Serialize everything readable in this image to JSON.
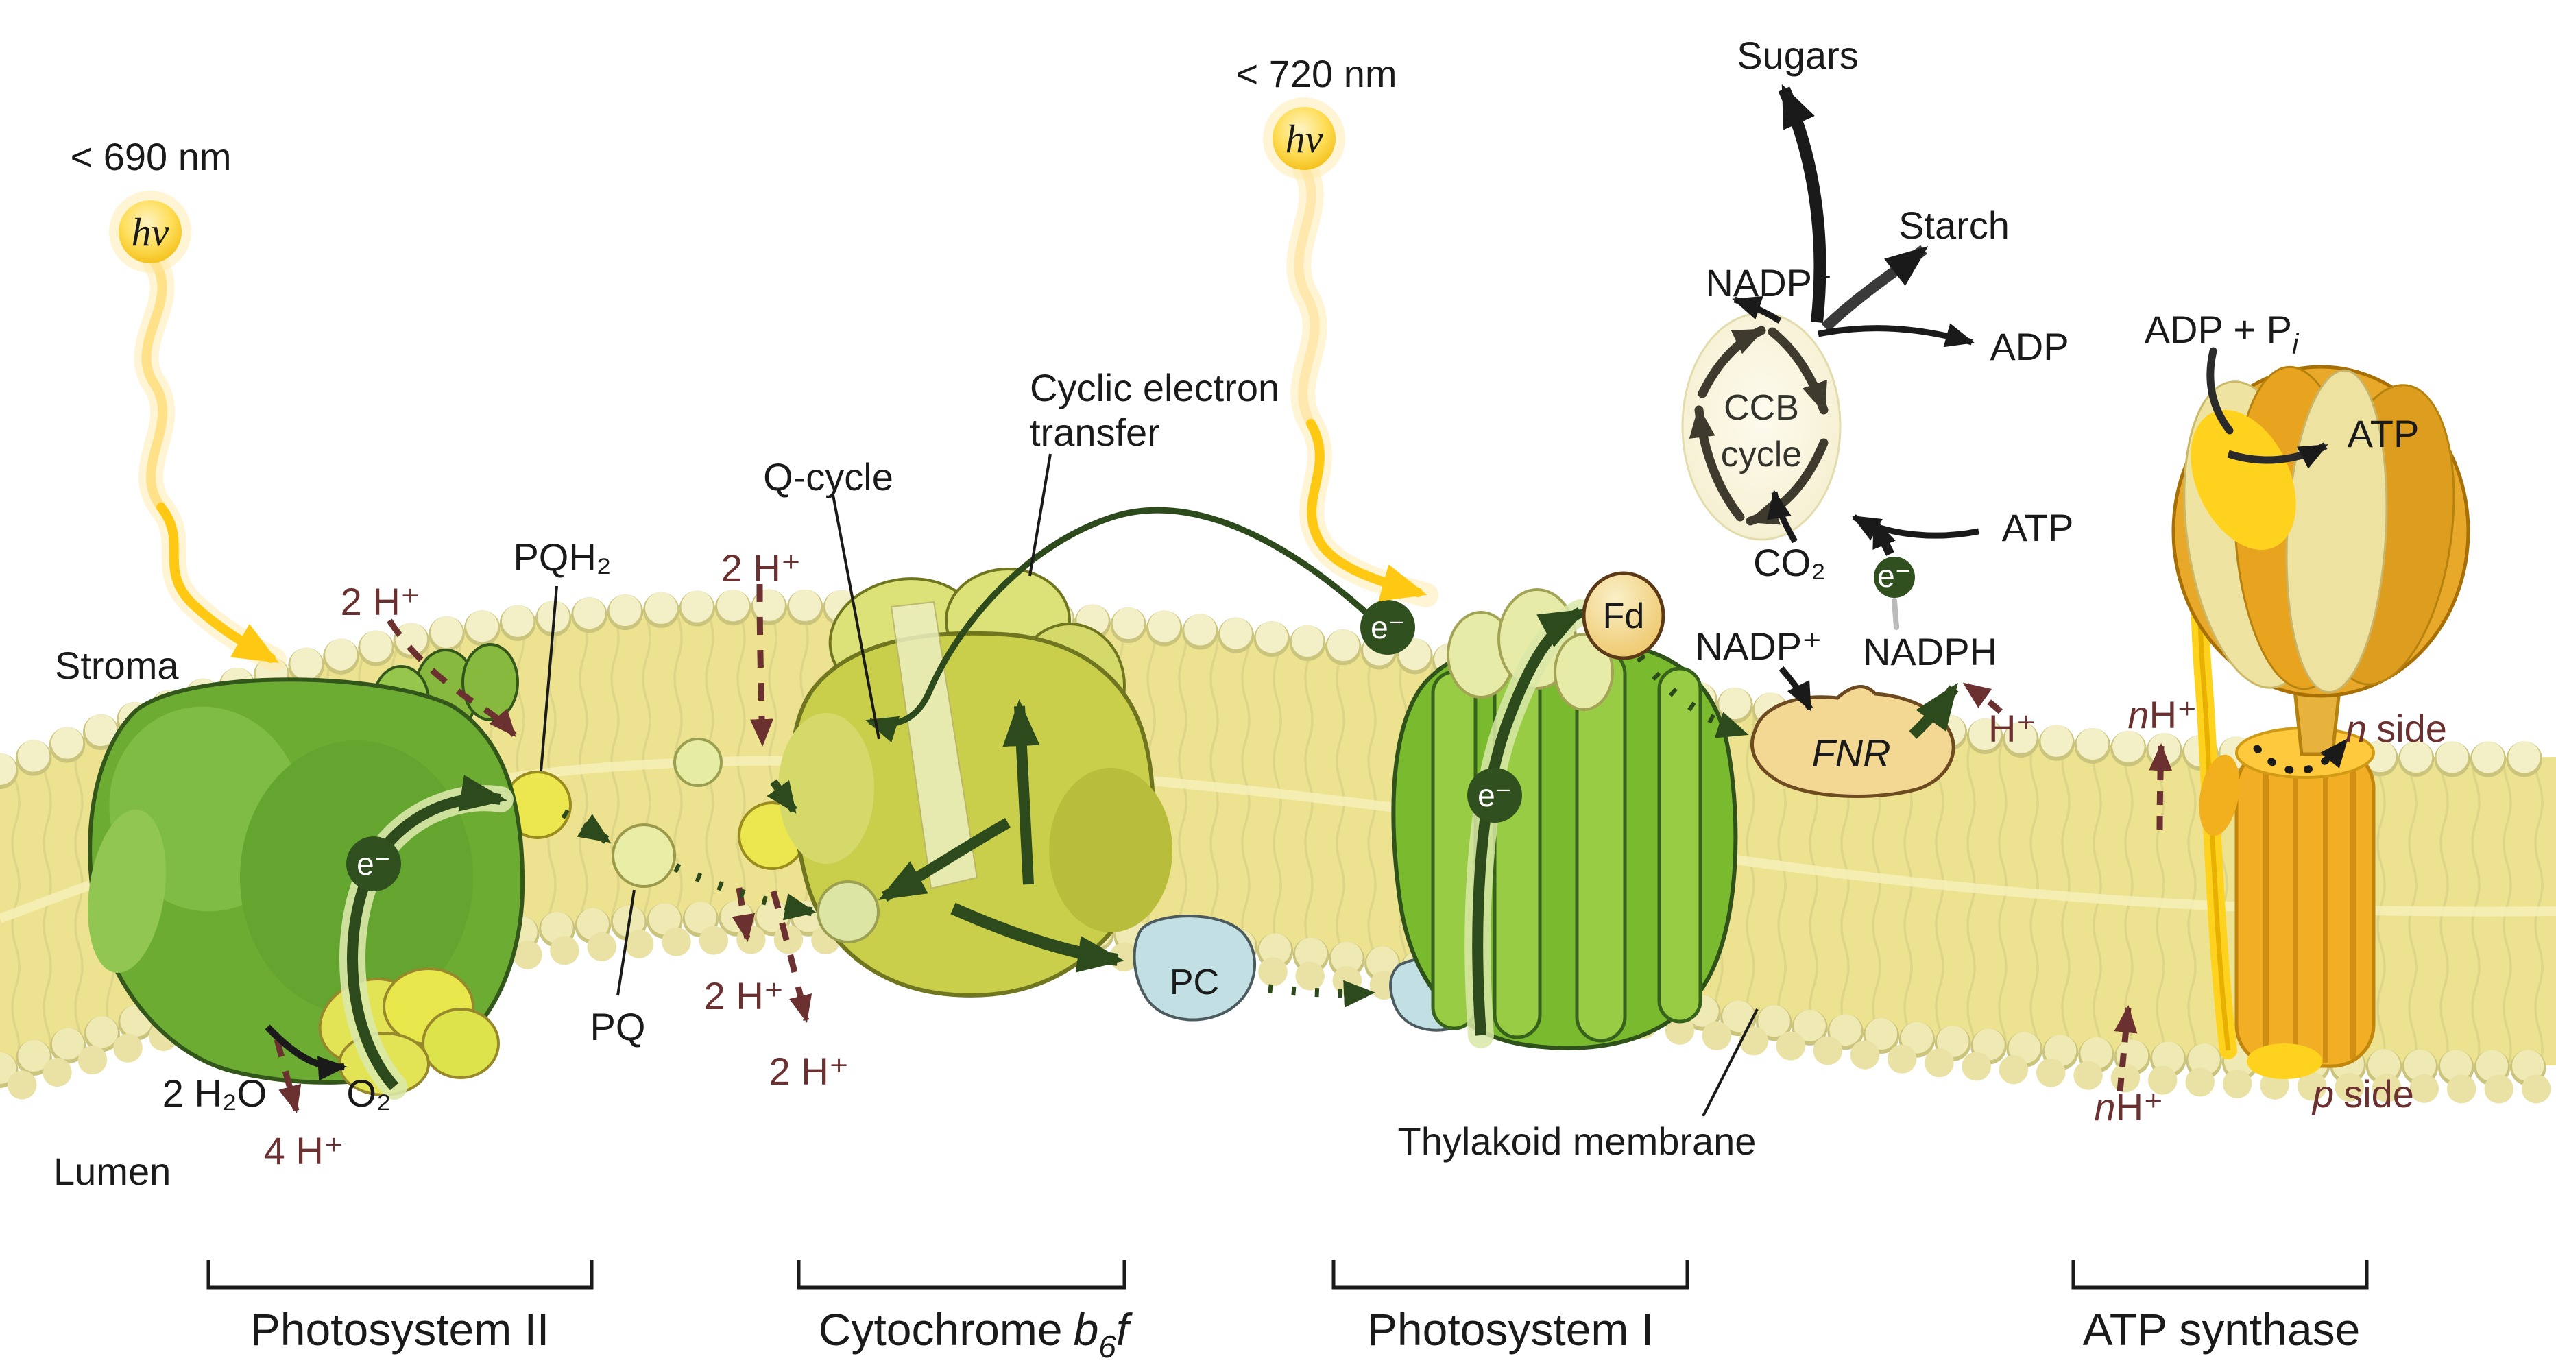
{
  "palette": {
    "background": "#ffffff",
    "membrane_fill": "#EDE28F",
    "lipid_head": "#F3EFC6",
    "psii_green": "#6CAC33",
    "cytb6f_olive": "#C9CE4B",
    "psi_green": "#79BA2E",
    "atp_synthase_orange": "#E8A829",
    "photon_yellow": "#FFC913",
    "electron_dark_green": "#30511F",
    "proton_dark_red": "#6B3030",
    "plastocyanin_blue": "#C2E0E3",
    "carrier_tan": "#F3D894"
  },
  "photon_psii": {
    "wavelength": "< 690 nm",
    "symbol": "hν"
  },
  "photon_psi": {
    "wavelength": "< 720 nm",
    "symbol": "hν"
  },
  "regions": {
    "stroma": "Stroma",
    "lumen": "Lumen",
    "membrane": "Thylakoid membrane",
    "n_side_italic": "n",
    "n_side_rest": "side",
    "p_side_italic": "p",
    "p_side_rest": "side"
  },
  "psii": {
    "electron": "e⁻",
    "pqh2": "PQH₂",
    "pq": "PQ",
    "protons_uptake": "2 H⁺",
    "water": "2 H₂O",
    "protons_released": "4 H⁺",
    "oxygen": "O₂"
  },
  "cytb6f": {
    "q_cycle": "Q-cycle",
    "cyclic_line1": "Cyclic electron",
    "cyclic_line2": "transfer",
    "protons_stroma": "2 H⁺",
    "protons_lumen_1": "2 H⁺",
    "protons_lumen_2": "2 H⁺",
    "pc": "PC"
  },
  "psi": {
    "electron": "e⁻",
    "electron_cyclic": "e⁻",
    "fd": "Fd",
    "fnr": "FNR",
    "nadp": "NADP⁺",
    "nadph": "NADPH",
    "proton": "H⁺"
  },
  "ccb": {
    "name_line1": "CCB",
    "name_line2": "cycle",
    "sugars": "Sugars",
    "starch": "Starch",
    "nadp": "NADP⁺",
    "adp": "ADP",
    "atp": "ATP",
    "co2": "CO₂",
    "electron": "e⁻"
  },
  "atp_synthase": {
    "substrate_prefix": "ADP + P",
    "substrate_sub": "i",
    "product": "ATP",
    "protons_top_italic": "n",
    "protons_top_rest": "H⁺",
    "protons_bottom_italic": "n",
    "protons_bottom_rest": "H⁺"
  },
  "footer": {
    "psii": "Photosystem II",
    "cyt_prefix": "Cytochrome",
    "cyt_b": "b",
    "cyt_sub": "6",
    "cyt_f": "f",
    "psi": "Photosystem I",
    "atp_synthase": "ATP synthase"
  }
}
